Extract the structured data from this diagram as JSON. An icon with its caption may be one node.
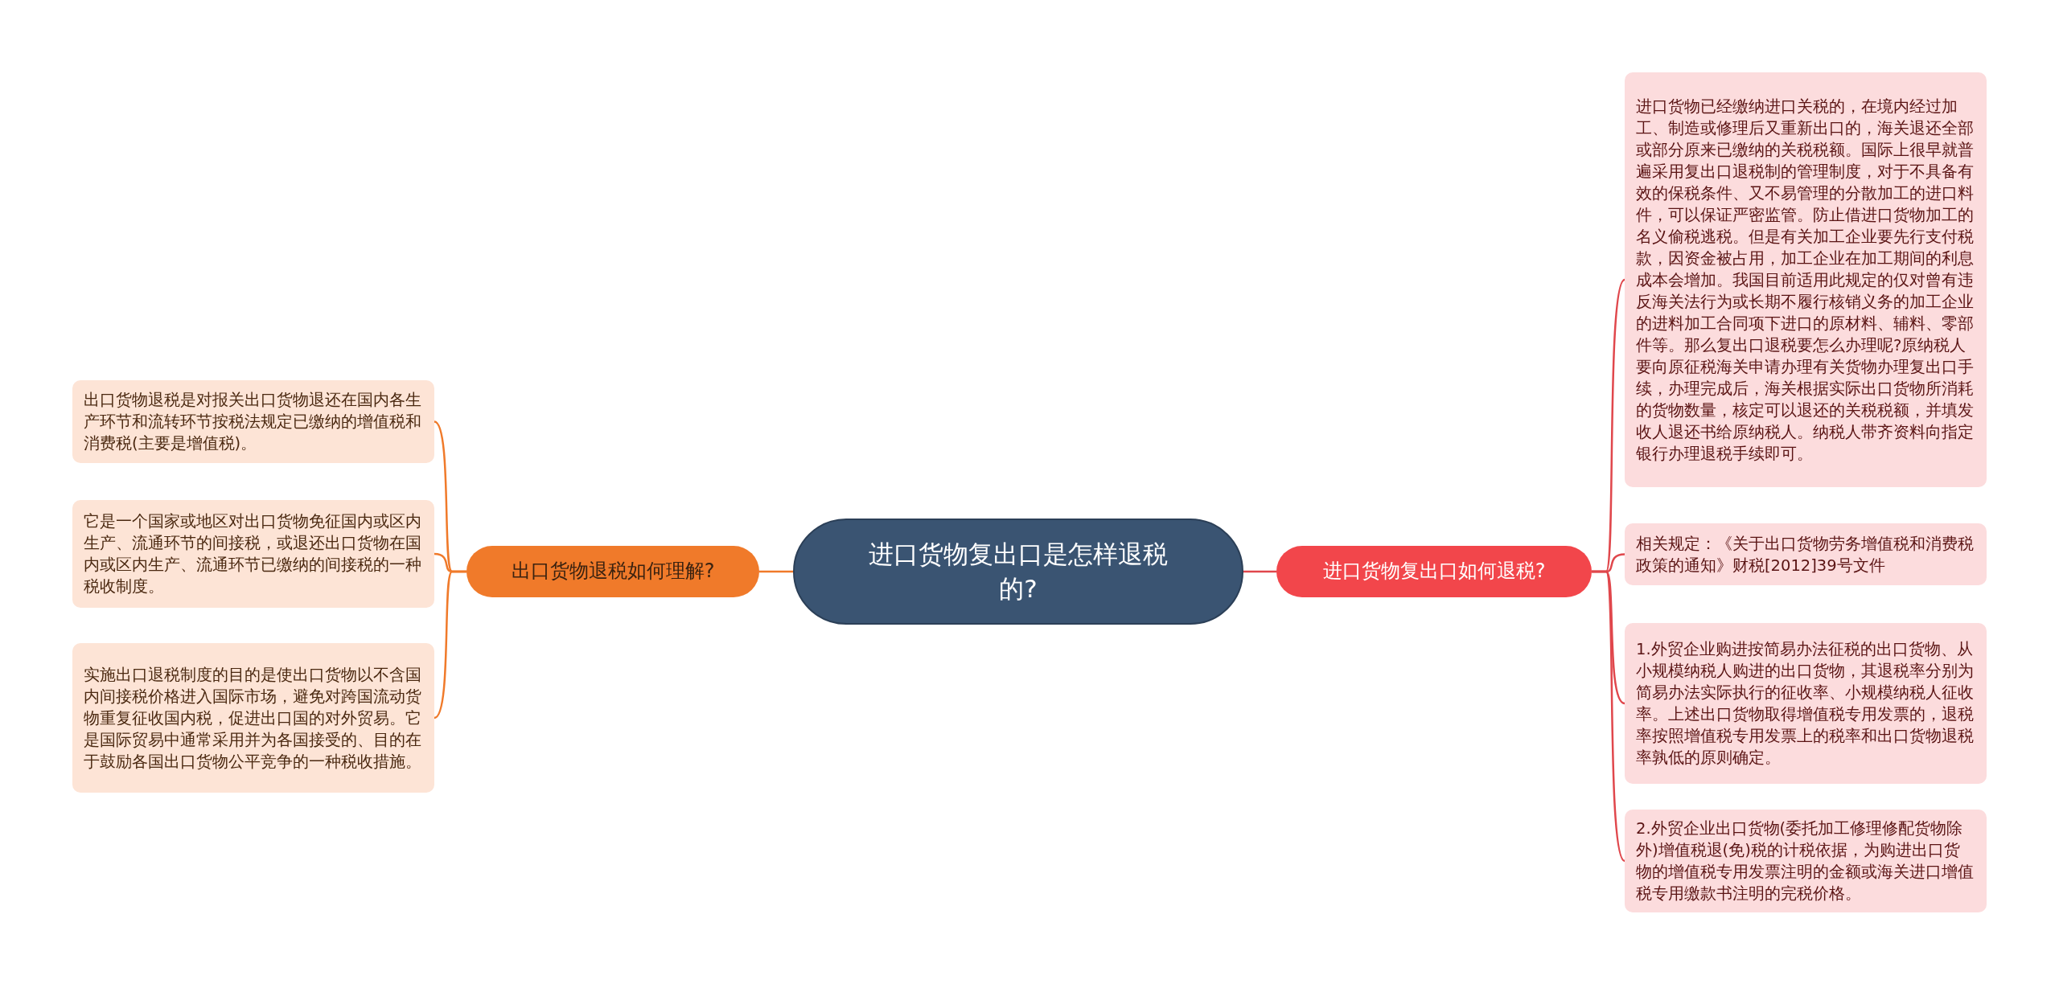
{
  "diagram": {
    "nodes": [
      {
        "text": [
          "进口货物复出口是怎样退税的?"
        ]
      },
      {
        "text": [
          "出口货物退税如何理解?"
        ]
      },
      {
        "text": [
          "出口货物退税是对报关出口货物退还在国内各生产环节和流转环节按税法规定已缴纳的增值税和消费税(主要是增值税)。"
        ]
      },
      {
        "text": [
          "它是一个国家或地区对出口货物免征国内或区内生产、流通环节的间接税，或退还出口货物在国内或区内生产、流通环节已缴纳的间接税的一种税收制度。"
        ]
      },
      {
        "text": [
          "实施出口退税制度的目的是使出口货物以不含国内间接税价格进入国际市场，避免对跨国流动货物重复征收国内税，促进出口国的对外贸易。它是国际贸易中通常采用并为各国接受的、目的在于鼓励各国出口货物公平竞争的一种税收措施。"
        ]
      },
      {
        "text": [
          "进口货物复出口如何退税?"
        ]
      },
      {
        "text": [
          "进口货物已经缴纳进口关税的，在境内经过加工、制造或修理后又重新出口的，海关退还全部或部分原来已缴纳的关税税额。国际上很早就普遍采用复出口退税制的管理制度，对于不具备有效的保税条件、又不易管理的分散加工的进口料件，可以保证严密监管。防止借进口货物加工的名义偷税逃税。但是有关加工企业要先行支付税款，因资金被占用，加工企业在加工期间的利息成本会增加。我国目前适用此规定的仅对曾有违反海关法行为或长期不履行核销义务的加工企业的进料加工合同项下进口的原材料、辅料、零部件等。那么复出口退税要怎么办理呢?原纳税人要向原征税海关申请办理有关货物办理复出口手续，办理完成后，海关根据实际出口货物所消耗的货物数量，核定可以退还的关税税额，并填发收人退还书给原纳税人。纳税人带齐资料向指定银行办理退税手续即可。"
        ]
      },
      {
        "text": [
          "相关规定：《关于出口货物劳务增值税和消费税政策的通知》财税[2012]39号文件"
        ]
      },
      {
        "text": [
          "1.外贸企业购进按简易办法征税的出口货物、从小规模纳税人购进的出口货物，其退税率分别为简易办法实际执行的征收率、小规模纳税人征收率。上述出口货物取得增值税专用发票的，退税率按照增值税专用发票上的税率和出口货物退税率孰低的原则确定。"
        ]
      },
      {
        "text": [
          "2.外贸企业出口货物(委托加工修理修配货物除外)增值税退(免)税的计税依据，为购进出口货物的增值税专用发票注明的金额或海关进口增值税专用缴款书注明的完税价格。"
        ]
      }
    ],
    "edges": [
      {
        "from": 0,
        "to": 1,
        "arrow": "none",
        "color": "#f07a2a"
      },
      {
        "from": 1,
        "to": 2,
        "arrow": "none",
        "color": "#f07a2a"
      },
      {
        "from": 1,
        "to": 3,
        "arrow": "none",
        "color": "#f07a2a"
      },
      {
        "from": 1,
        "to": 4,
        "arrow": "none",
        "color": "#f07a2a"
      },
      {
        "from": 0,
        "to": 5,
        "arrow": "none"
      },
      {
        "from": 5,
        "to": 6,
        "arrow": "none"
      },
      {
        "from": 5,
        "to": 7,
        "arrow": "none"
      },
      {
        "from": 5,
        "to": 8,
        "arrow": "none"
      },
      {
        "from": 5,
        "to": 9,
        "arrow": "none"
      }
    ]
  }
}
